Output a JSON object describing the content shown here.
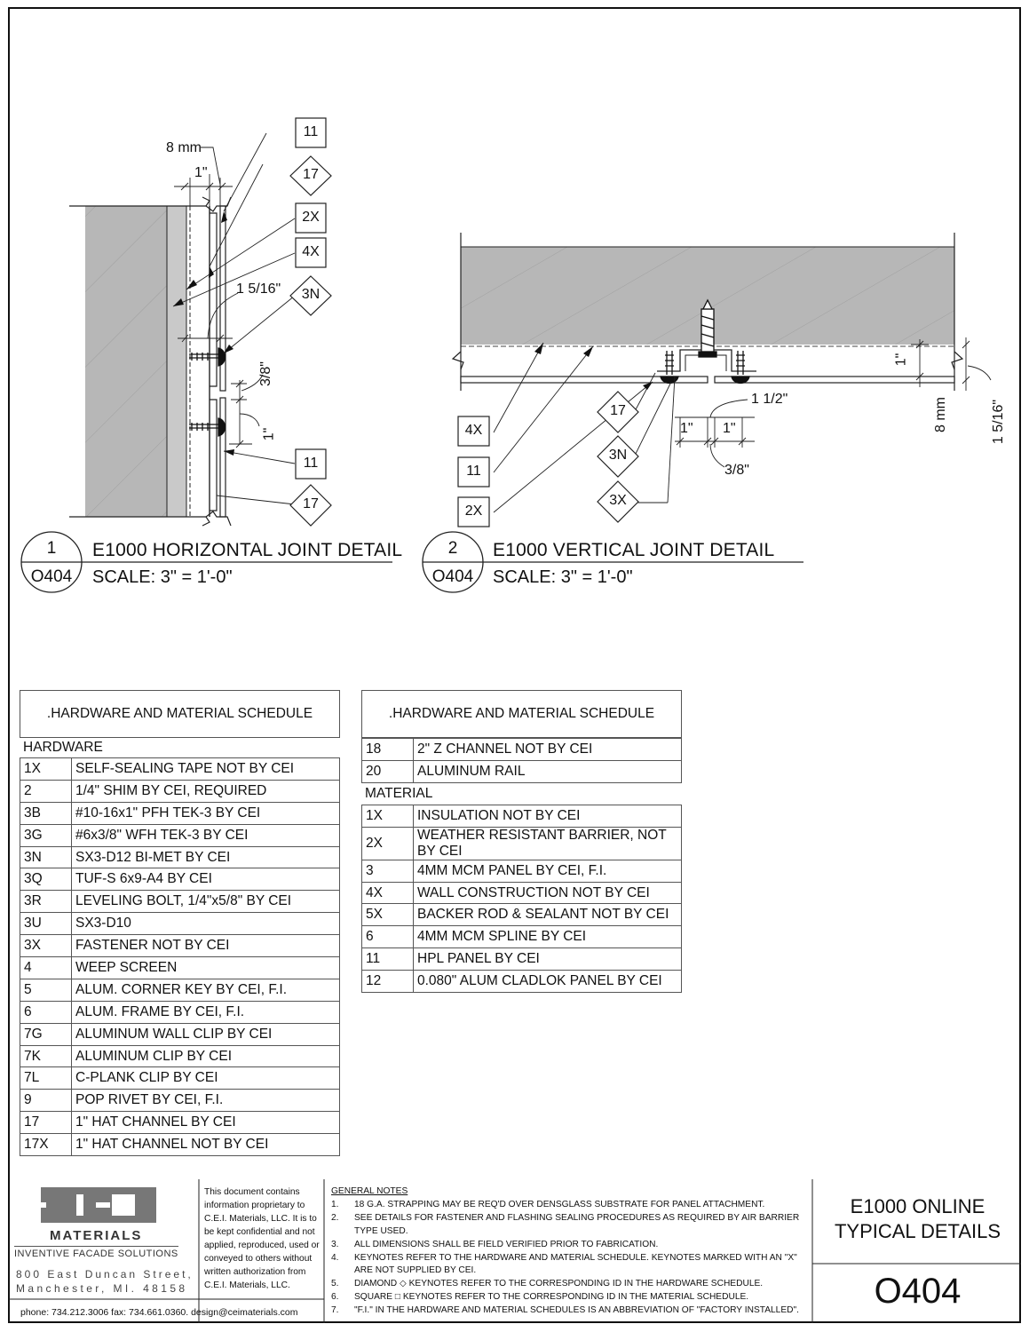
{
  "detail1": {
    "number": "1",
    "sheet_ref": "O404",
    "title": "E1000 HORIZONTAL JOINT DETAIL",
    "scale": "SCALE:   3\" = 1'-0\"",
    "dims": {
      "d1": "8 mm",
      "d2": "1\"",
      "d3": "1 5/16\"",
      "d4": "3/8\"",
      "d5": "1\""
    },
    "tags": {
      "t1": "11",
      "t2": "17",
      "t3": "2X",
      "t4": "4X",
      "t5": "3N",
      "t6": "11",
      "t7": "17"
    }
  },
  "detail2": {
    "number": "2",
    "sheet_ref": "O404",
    "title": "E1000 VERTICAL JOINT DETAIL",
    "scale": "SCALE:   3\" = 1'-0\"",
    "dims": {
      "d1": "1\"",
      "d2": "8 mm",
      "d3": "1 5/16\"",
      "d4": "1 1/2\"",
      "d5": "1\"",
      "d6": "1\"",
      "d7": "3/8\""
    },
    "tags": {
      "t1": "4X",
      "t2": "11",
      "t3": "2X",
      "t4": "17",
      "t5": "3N",
      "t6": "3X"
    }
  },
  "schedule_left": {
    "header": ".HARDWARE AND MATERIAL SCHEDULE",
    "section": "HARDWARE",
    "rows": [
      {
        "id": "1X",
        "desc": "SELF-SEALING TAPE NOT BY CEI"
      },
      {
        "id": "2",
        "desc": "1/4\" SHIM BY CEI, REQUIRED"
      },
      {
        "id": "3B",
        "desc": "#10-16x1\" PFH TEK-3 BY CEI"
      },
      {
        "id": "3G",
        "desc": "#6x3/8\" WFH TEK-3 BY CEI"
      },
      {
        "id": "3N",
        "desc": "SX3-D12 BI-MET BY CEI"
      },
      {
        "id": "3Q",
        "desc": "TUF-S 6x9-A4 BY CEI"
      },
      {
        "id": "3R",
        "desc": "LEVELING BOLT, 1/4\"x5/8\" BY CEI"
      },
      {
        "id": "3U",
        "desc": "SX3-D10"
      },
      {
        "id": "3X",
        "desc": "FASTENER NOT BY CEI"
      },
      {
        "id": "4",
        "desc": "WEEP SCREEN"
      },
      {
        "id": "5",
        "desc": "ALUM. CORNER KEY BY CEI, F.I."
      },
      {
        "id": "6",
        "desc": "ALUM. FRAME BY CEI, F.I."
      },
      {
        "id": "7G",
        "desc": "ALUMINUM WALL CLIP BY CEI"
      },
      {
        "id": "7K",
        "desc": "ALUMINUM CLIP BY CEI"
      },
      {
        "id": "7L",
        "desc": "C-PLANK CLIP BY CEI"
      },
      {
        "id": "9",
        "desc": "POP RIVET BY CEI, F.I."
      },
      {
        "id": "17",
        "desc": "1\" HAT CHANNEL BY CEI"
      },
      {
        "id": "17X",
        "desc": "1\" HAT CHANNEL NOT BY CEI"
      }
    ]
  },
  "schedule_right": {
    "header": ".HARDWARE AND MATERIAL SCHEDULE",
    "rows_top": [
      {
        "id": "18",
        "desc": "2\" Z CHANNEL NOT BY CEI"
      },
      {
        "id": "20",
        "desc": "ALUMINUM RAIL"
      }
    ],
    "section": "MATERIAL",
    "rows_material": [
      {
        "id": "1X",
        "desc": "INSULATION NOT BY CEI"
      },
      {
        "id": "2X",
        "desc": "WEATHER RESISTANT BARRIER, NOT BY CEI"
      },
      {
        "id": "3",
        "desc": "4MM MCM PANEL BY CEI, F.I."
      },
      {
        "id": "4X",
        "desc": "WALL CONSTRUCTION NOT BY CEI"
      },
      {
        "id": "5X",
        "desc": "BACKER ROD & SEALANT NOT BY CEI"
      },
      {
        "id": "6",
        "desc": "4MM MCM SPLINE BY CEI"
      },
      {
        "id": "11",
        "desc": "HPL PANEL BY CEI"
      },
      {
        "id": "12",
        "desc": "0.080\" ALUM CLADLOK PANEL BY CEI"
      }
    ]
  },
  "title_block": {
    "logo_letters": "CEI",
    "company": "MATERIALS",
    "tagline": "INVENTIVE FACADE SOLUTIONS",
    "address1": "800 East Duncan Street,",
    "address2": "Manchester, MI. 48158",
    "contact": "phone: 734.212.3006  fax: 734.661.0360.  design@ceimaterials.com",
    "legal": [
      "This document contains",
      "information proprietary to",
      "C.E.I. Materials, LLC. It is to",
      "be kept confidential and not",
      "applied, reproduced, used or",
      "conveyed to others without",
      "written authorization from",
      "C.E.I. Materials, LLC."
    ],
    "notes_title": "GENERAL NOTES",
    "notes": [
      {
        "n": "1.",
        "t": "18 G.A. STRAPPING MAY BE REQ'D OVER DENSGLASS SUBSTRATE FOR PANEL ATTACHMENT."
      },
      {
        "n": "2.",
        "t": "SEE DETAILS FOR FASTENER AND FLASHING SEALING PROCEDURES AS REQUIRED BY AIR BARRIER TYPE USED."
      },
      {
        "n": "3.",
        "t": "ALL DIMENSIONS SHALL BE FIELD VERIFIED PRIOR TO FABRICATION."
      },
      {
        "n": "4.",
        "t": "KEYNOTES REFER TO THE HARDWARE AND MATERIAL SCHEDULE. KEYNOTES MARKED WITH AN \"X\" ARE NOT SUPPLIED BY CEI."
      },
      {
        "n": "5.",
        "t": "DIAMOND ◇ KEYNOTES REFER TO THE CORRESPONDING ID IN THE HARDWARE SCHEDULE."
      },
      {
        "n": "6.",
        "t": "SQUARE □ KEYNOTES REFER TO THE CORRESPONDING ID IN THE MATERIAL SCHEDULE."
      },
      {
        "n": "7.",
        "t": "\"F.I.\" IN THE HARDWARE AND MATERIAL SCHEDULES IS AN ABBREVIATION OF \"FACTORY INSTALLED\"."
      }
    ],
    "sheet_title_1": "E1000 ONLINE",
    "sheet_title_2": "TYPICAL DETAILS",
    "sheet_number": "O404"
  }
}
